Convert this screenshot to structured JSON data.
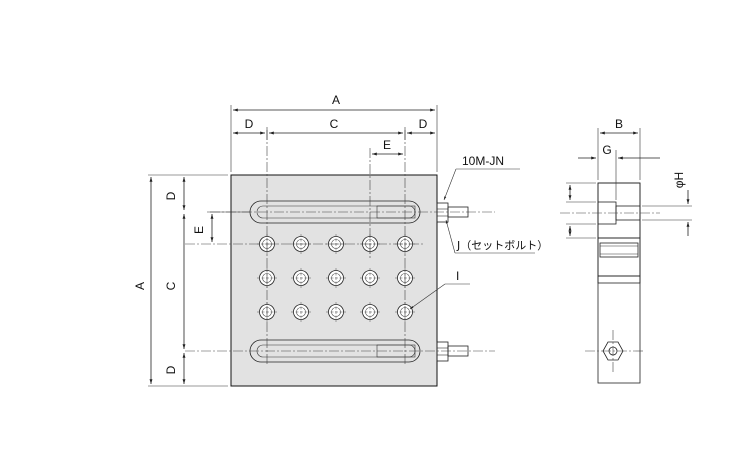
{
  "front_view": {
    "dimensions": {
      "a_top": "A",
      "d_top_left": "D",
      "c_top": "C",
      "d_top_right": "D",
      "e_top": "E",
      "a_left": "A",
      "d_left_top": "D",
      "c_left": "C",
      "d_left_bottom": "D",
      "e_left": "E"
    },
    "callouts": {
      "nut": "10M-JN",
      "set_bolt": "J（セットボルト）",
      "hole": "I"
    }
  },
  "side_view": {
    "dimensions": {
      "b": "B",
      "g": "G",
      "phi_h": "φH"
    }
  },
  "colors": {
    "line": "#222222",
    "plate_fill": "#e2e2e2",
    "background": "#ffffff"
  }
}
